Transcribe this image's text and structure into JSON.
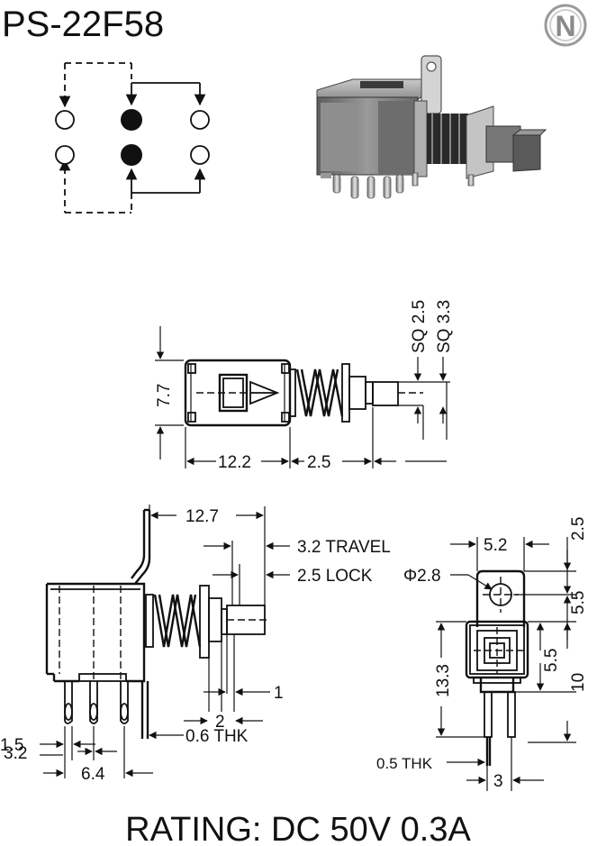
{
  "title": "PS-22F58",
  "rating": "RATING: DC 50V 0.3A",
  "brand_logo": {
    "letter": "N",
    "icon": "brand-n-logo"
  },
  "front_view": {
    "sq_small": "SQ 2.5",
    "sq_large": "SQ 3.3",
    "height": "7.7",
    "body_length": "12.2",
    "stem_length": "2.5"
  },
  "side_view": {
    "overall_length": "12.7",
    "travel": "3.2 TRAVEL",
    "lock": "2.5 LOCK",
    "dim_1": "1",
    "dim_2": "2",
    "thickness": "0.6 THK",
    "pin_offset": "1.5",
    "pin_pitch": "3.2",
    "row_pitch": "6.4"
  },
  "end_view": {
    "width": "5.2",
    "top_offset": "2.5",
    "hole_dia": "Φ2.8",
    "hole_height": "5.5",
    "body_height": "13.3",
    "lower_height": "5.5",
    "total_right": "10",
    "pin_thickness": "0.5 THK",
    "pin_spacing": "3"
  },
  "colors": {
    "ink": "#111111",
    "background": "#ffffff",
    "photo_body": "#7d7d7d"
  }
}
